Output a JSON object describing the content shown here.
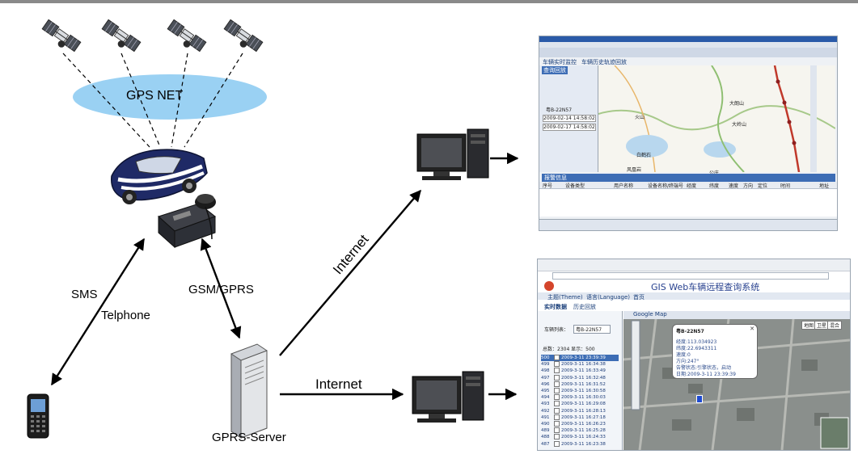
{
  "labels": {
    "gps_net": "GPS NET",
    "sms": "SMS",
    "telphone": "Telphone",
    "gsm_gprs": "GSM/GPRS",
    "internet_upper": "Internet",
    "internet_lower": "Internet",
    "gprs_server": "GPRS-Server"
  },
  "web_app": {
    "title": "GIS Web车辆远程查询系统",
    "theme_menu": "主题(Theme)",
    "language_menu": "语言(Language)",
    "home_link": "首页",
    "tab_realtime": "实时数据",
    "tab_history": "历史回放",
    "map_tab": "Google Map",
    "vehicle_label": "车辆列表：",
    "vehicle_value": "粤B-22N57",
    "count_text": "总数：2304  显示：500",
    "map_controls": [
      "地图",
      "卫星",
      "混合"
    ],
    "popup": {
      "plate": "粤B-22N57",
      "lines": [
        "经度:113.034923",
        "纬度:22.6943311",
        "速度:0",
        "方向:247°",
        "告警状态:引擎状态，启动",
        "日期:2009-3-11 23:39:39"
      ]
    },
    "records": [
      {
        "id": "500",
        "time": "2009-3-11 23:39:39"
      },
      {
        "id": "499",
        "time": "2009-3-11 16:34:38"
      },
      {
        "id": "498",
        "time": "2009-3-11 16:33:49"
      },
      {
        "id": "497",
        "time": "2009-3-11 16:32:48"
      },
      {
        "id": "496",
        "time": "2009-3-11 16:31:52"
      },
      {
        "id": "495",
        "time": "2009-3-11 16:30:58"
      },
      {
        "id": "494",
        "time": "2009-3-11 16:30:03"
      },
      {
        "id": "493",
        "time": "2009-3-11 16:29:08"
      },
      {
        "id": "492",
        "time": "2009-3-11 16:28:13"
      },
      {
        "id": "491",
        "time": "2009-3-11 16:27:18"
      },
      {
        "id": "490",
        "time": "2009-3-11 16:26:23"
      },
      {
        "id": "489",
        "time": "2009-3-11 16:25:28"
      },
      {
        "id": "488",
        "time": "2009-3-11 16:24:33"
      },
      {
        "id": "487",
        "time": "2009-3-11 16:23:38"
      }
    ]
  },
  "desktop_app": {
    "tabs": [
      "车辆实时监控",
      "车辆历史轨迹回放"
    ],
    "panel_title": "查询回放",
    "plate": "粤B-22N57",
    "start_time": "2009-02-14 14:58:02",
    "end_time": "2009-02-17 14:58:02",
    "map_places": [
      "大朗山",
      "火山",
      "白鹤石",
      "风凰岩",
      "大岭山",
      "公庄"
    ],
    "table_title": "报警信息",
    "table_headers": [
      "序号",
      "设备类型",
      "用户名称",
      "设备名称/终端号",
      "经度",
      "纬度",
      "速度",
      "方向",
      "定位",
      "时间",
      "地址"
    ]
  },
  "colors": {
    "ellipse_fill": "#9ad1f3",
    "arrow": "#000000",
    "web_title": "#27418f",
    "map_route": "#c0392b"
  }
}
